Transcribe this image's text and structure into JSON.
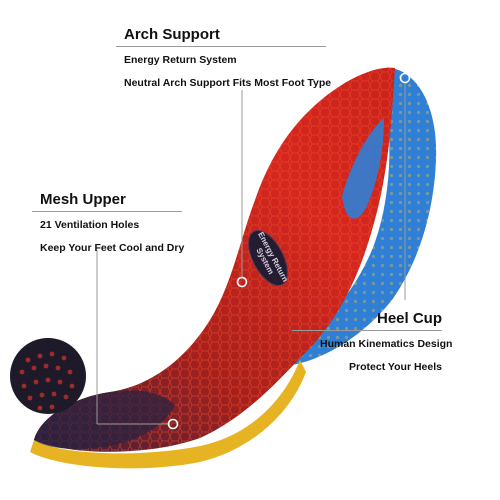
{
  "callouts": {
    "arch": {
      "title": "Arch Support",
      "line1": "Energy Return System",
      "line2": "Neutral Arch Support Fits Most Foot Type"
    },
    "mesh": {
      "title": "Mesh Upper",
      "line1": "21 Ventilation Holes",
      "line2": "Keep Your Feet Cool and Dry"
    },
    "heel": {
      "title": "Heel Cup",
      "line1": "Human Kinematics Design",
      "line2": "Protect Your Heels"
    }
  },
  "insole": {
    "logo_text": "Energy Return System"
  },
  "colors": {
    "top_red": "#d6271e",
    "dark_red": "#8f1a1a",
    "navy": "#2b2140",
    "blue_gel": "#2f7fd6",
    "yellow_base": "#e6b422"
  }
}
